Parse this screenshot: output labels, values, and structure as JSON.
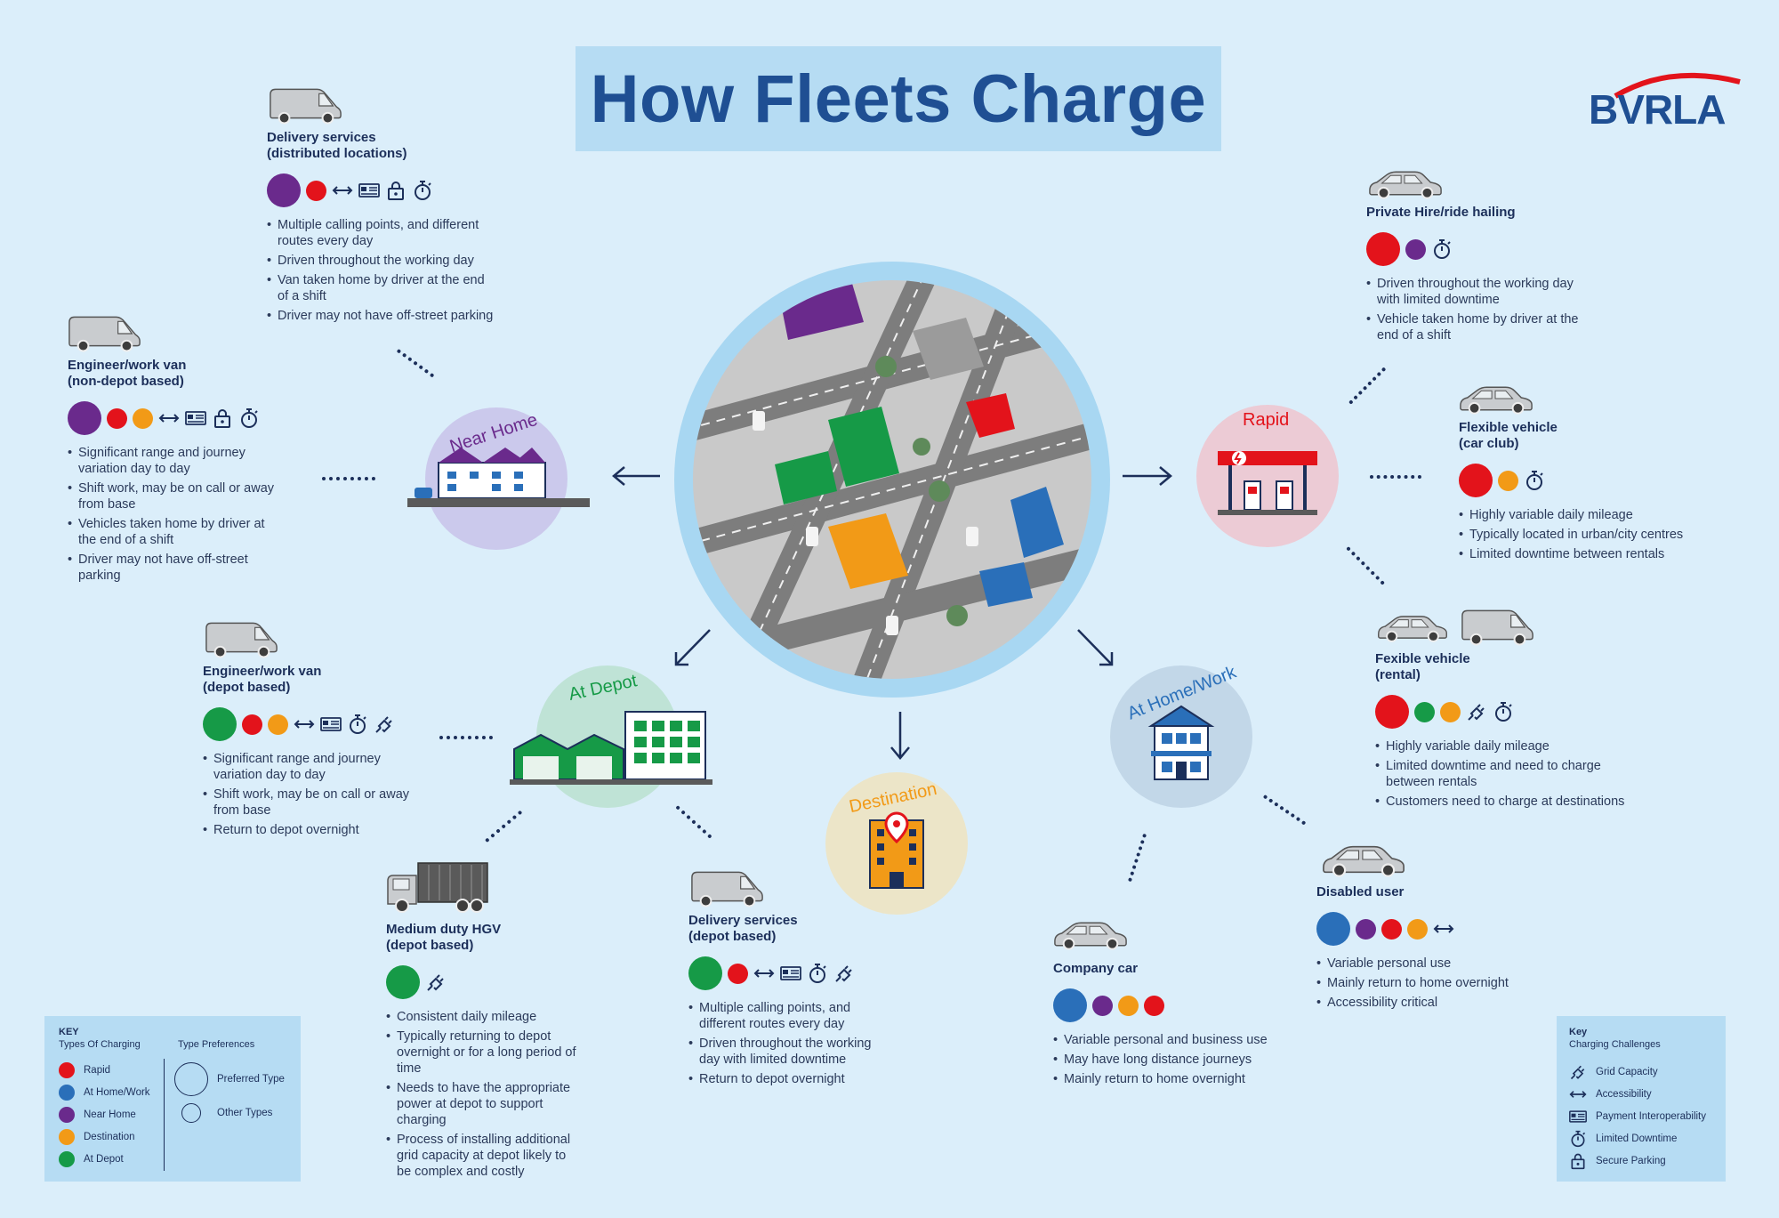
{
  "title": "How Fleets Charge",
  "logo": "BVRLA",
  "colors": {
    "rapid": "#e3131b",
    "home_work": "#2a6fb9",
    "near_home": "#6a2a8c",
    "destination": "#f29a17",
    "depot": "#169a47",
    "background": "#dbeefa"
  },
  "hubs": {
    "near_home": "Near Home",
    "at_depot": "At Depot",
    "destination": "Destination",
    "at_home_work": "At Home/Work",
    "rapid": "Rapid"
  },
  "groups": {
    "delivery_distributed": {
      "name": "Delivery services\n(distributed locations)",
      "bullets": [
        "Multiple calling points, and different\nroutes every day",
        "Driven throughout the working day",
        "Van taken home by driver at the end\nof a shift",
        "Driver may not have off-street parking"
      ]
    },
    "engineer_nondepot": {
      "name": "Engineer/work van\n(non-depot based)",
      "bullets": [
        "Significant range and journey\nvariation day to day",
        "Shift work, may be on call or away\nfrom base",
        "Vehicles taken home by driver at\nthe end of a shift",
        "Driver may not have off-street\nparking"
      ]
    },
    "engineer_depot": {
      "name": "Engineer/work van\n(depot based)",
      "bullets": [
        "Significant range and journey\nvariation day to day",
        "Shift work, may be on call or away\nfrom base",
        "Return to depot overnight"
      ]
    },
    "medium_hgv": {
      "name": "Medium duty HGV\n(depot based)",
      "bullets": [
        "Consistent daily mileage",
        "Typically returning to depot\novernight or for a long period of\ntime",
        "Needs to have the appropriate\npower at depot to support\ncharging",
        "Process of installing additional\ngrid capacity at depot likely to\nbe complex and costly"
      ]
    },
    "delivery_depot": {
      "name": "Delivery services\n(depot based)",
      "bullets": [
        "Multiple calling points, and\ndifferent routes every day",
        "Driven throughout the working\nday with limited downtime",
        "Return to depot overnight"
      ]
    },
    "company_car": {
      "name": "Company car",
      "bullets": [
        "Variable personal and business use",
        "May have long distance journeys",
        "Mainly return to home overnight"
      ]
    },
    "disabled_user": {
      "name": "Disabled user",
      "bullets": [
        "Variable personal use",
        "Mainly return to home overnight",
        "Accessibility critical"
      ]
    },
    "private_hire": {
      "name": "Private Hire/ride hailing",
      "bullets": [
        "Driven throughout the working day\nwith limited downtime",
        "Vehicle taken home by driver at the\nend of a shift"
      ]
    },
    "flexible_car_club": {
      "name": "Flexible vehicle\n(car club)",
      "bullets": [
        "Highly variable daily mileage",
        "Typically located in urban/city centres",
        "Limited downtime between rentals"
      ]
    },
    "flexible_rental": {
      "name": "Fexible vehicle\n(rental)",
      "bullets": [
        "Highly variable daily mileage",
        "Limited downtime and need to charge\nbetween rentals",
        "Customers need to charge at destinations"
      ]
    }
  },
  "key_left": {
    "title": "KEY",
    "subtitle": "Types Of Charging",
    "pref_title": "Type Preferences",
    "types": [
      "Rapid",
      "At Home/Work",
      "Near Home",
      "Destination",
      "At Depot"
    ],
    "preferred": "Preferred Type",
    "other": "Other Types"
  },
  "key_right": {
    "title": "Key",
    "subtitle": "Charging Challenges",
    "items": [
      "Grid Capacity",
      "Accessibility",
      "Payment Interoperability",
      "Limited Downtime",
      "Secure Parking"
    ]
  }
}
